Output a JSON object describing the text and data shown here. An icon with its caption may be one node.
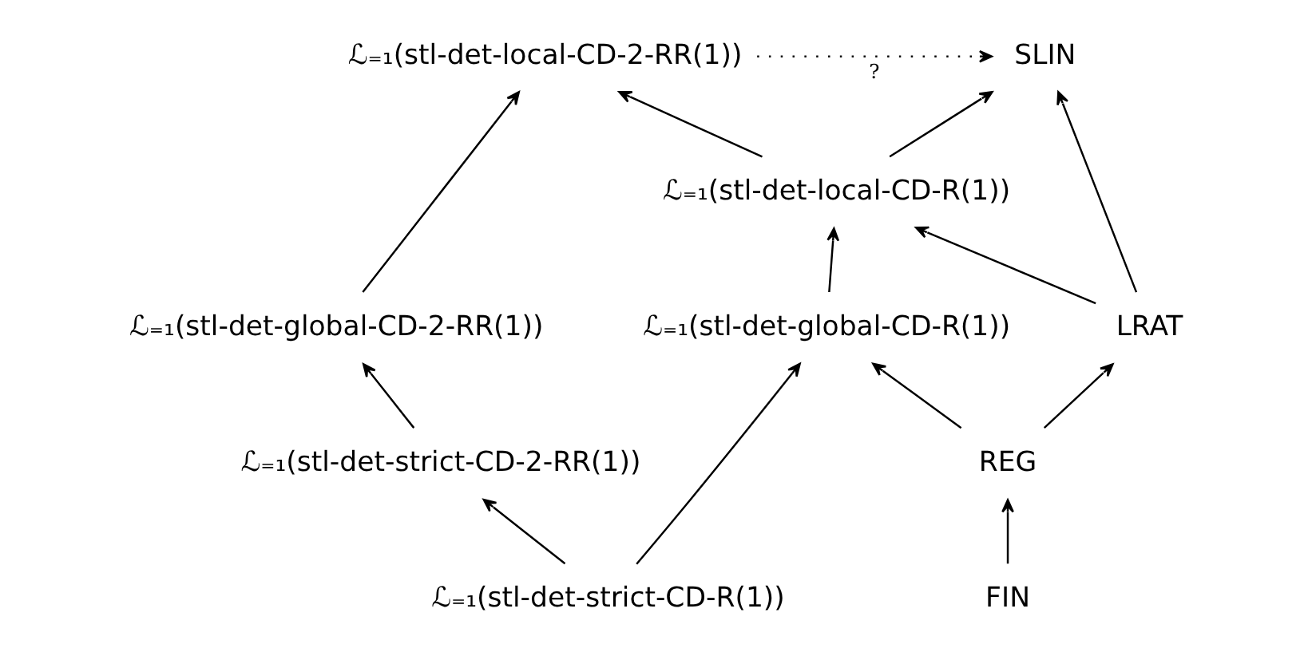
{
  "diagram": {
    "nodes": [
      {
        "text": [
          "SLIN"
        ]
      },
      {
        "text": [
          "ℒ₌₁(stl-det-local-CD-2-RR(1))"
        ]
      },
      {
        "text": [
          "ℒ₌₁(stl-det-local-CD-R(1))"
        ]
      },
      {
        "text": [
          "LRAT"
        ]
      },
      {
        "text": [
          "ℒ₌₁(stl-det-global-CD-R(1))"
        ]
      },
      {
        "text": [
          "ℒ₌₁(stl-det-global-CD-2-RR(1))"
        ]
      },
      {
        "text": [
          "REG"
        ]
      },
      {
        "text": [
          "ℒ₌₁(stl-det-strict-CD-2-RR(1))"
        ]
      },
      {
        "text": [
          "FIN"
        ]
      },
      {
        "text": [
          "ℒ₌₁(stl-det-strict-CD-R(1))"
        ]
      }
    ],
    "edges": [
      {
        "from": 1,
        "to": 0,
        "arrow": "to",
        "label": "?",
        "style": "dashed"
      },
      {
        "from": 2,
        "to": 0,
        "arrow": "to"
      },
      {
        "from": 2,
        "to": 1,
        "arrow": "to"
      },
      {
        "from": 3,
        "to": 0,
        "arrow": "to"
      },
      {
        "from": 3,
        "to": 2,
        "arrow": "to"
      },
      {
        "from": 4,
        "to": 2,
        "arrow": "to"
      },
      {
        "from": 5,
        "to": 1,
        "arrow": "to"
      },
      {
        "from": 6,
        "to": 3,
        "arrow": "to"
      },
      {
        "from": 6,
        "to": 4,
        "arrow": "to"
      },
      {
        "from": 7,
        "to": 5,
        "arrow": "to"
      },
      {
        "from": 8,
        "to": 6,
        "arrow": "to"
      },
      {
        "from": 9,
        "to": 4,
        "arrow": "to"
      },
      {
        "from": 9,
        "to": 7,
        "arrow": "to"
      }
    ]
  }
}
